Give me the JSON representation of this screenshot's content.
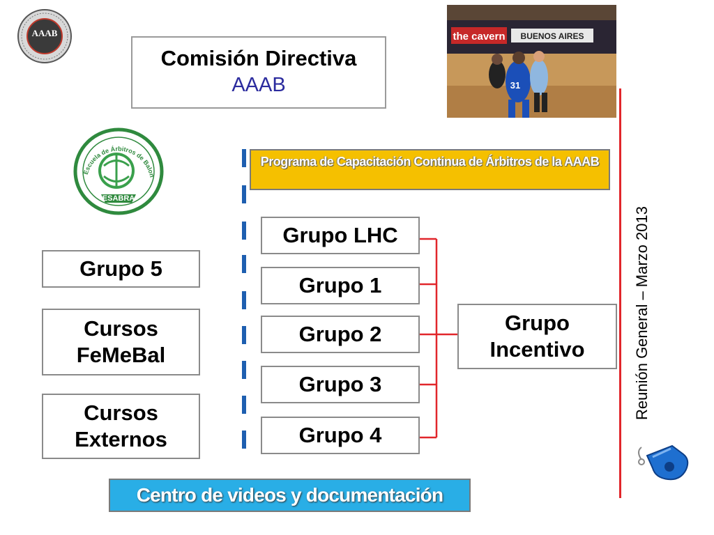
{
  "header": {
    "title": "Comisión Directiva",
    "subtitle": "AAAB"
  },
  "program_banner": "Programa de Capacitación Continua de Árbitros de la AAAB",
  "left_groups": [
    "Grupo 5",
    "Cursos FeMeBal",
    "Cursos Externos"
  ],
  "center_groups": [
    "Grupo LHC",
    "Grupo 1",
    "Grupo 2",
    "Grupo 3",
    "Grupo 4"
  ],
  "incentive": "Grupo Incentivo",
  "footer_banner": "Centro de videos y documentación",
  "side_label": "Reunión General – Marzo 2013",
  "logos": {
    "aaab_letters": "AAAB",
    "esabra_text": "ESABRA",
    "esabra_ring": "Escuela de Árbitros de Balonmano de la República Argentina"
  },
  "photo": {
    "banner_left": "the cavern",
    "banner_right": "BUENOS AIRES",
    "player_number": "31"
  },
  "colors": {
    "connector_red": "#e1262b",
    "dash_blue": "#1e5fb0",
    "program_yellow": "#f5c000",
    "centro_blue": "#29aee6",
    "subtitle_blue": "#2b2b9e"
  }
}
